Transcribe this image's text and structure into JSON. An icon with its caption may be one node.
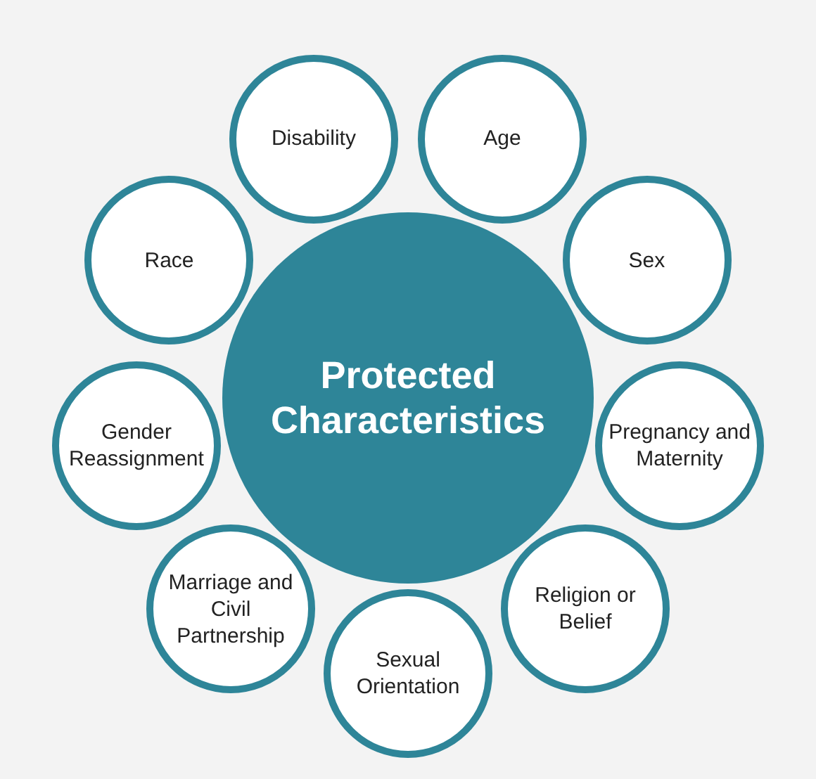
{
  "diagram": {
    "nodes": [
      {
        "text": [
          "Disability"
        ]
      },
      {
        "text": [
          "Age"
        ]
      },
      {
        "text": [
          "Race"
        ]
      },
      {
        "text": [
          "Sex"
        ]
      },
      {
        "text": [
          "Protected Characteristics"
        ]
      },
      {
        "text": [
          "Gender Reassignment"
        ]
      },
      {
        "text": [
          "Pregnancy and Maternity"
        ]
      },
      {
        "text": [
          "Marriage and Civil Partnership"
        ]
      },
      {
        "text": [
          "Religion or Belief"
        ]
      },
      {
        "text": [
          "Sexual Orientation"
        ]
      }
    ]
  }
}
